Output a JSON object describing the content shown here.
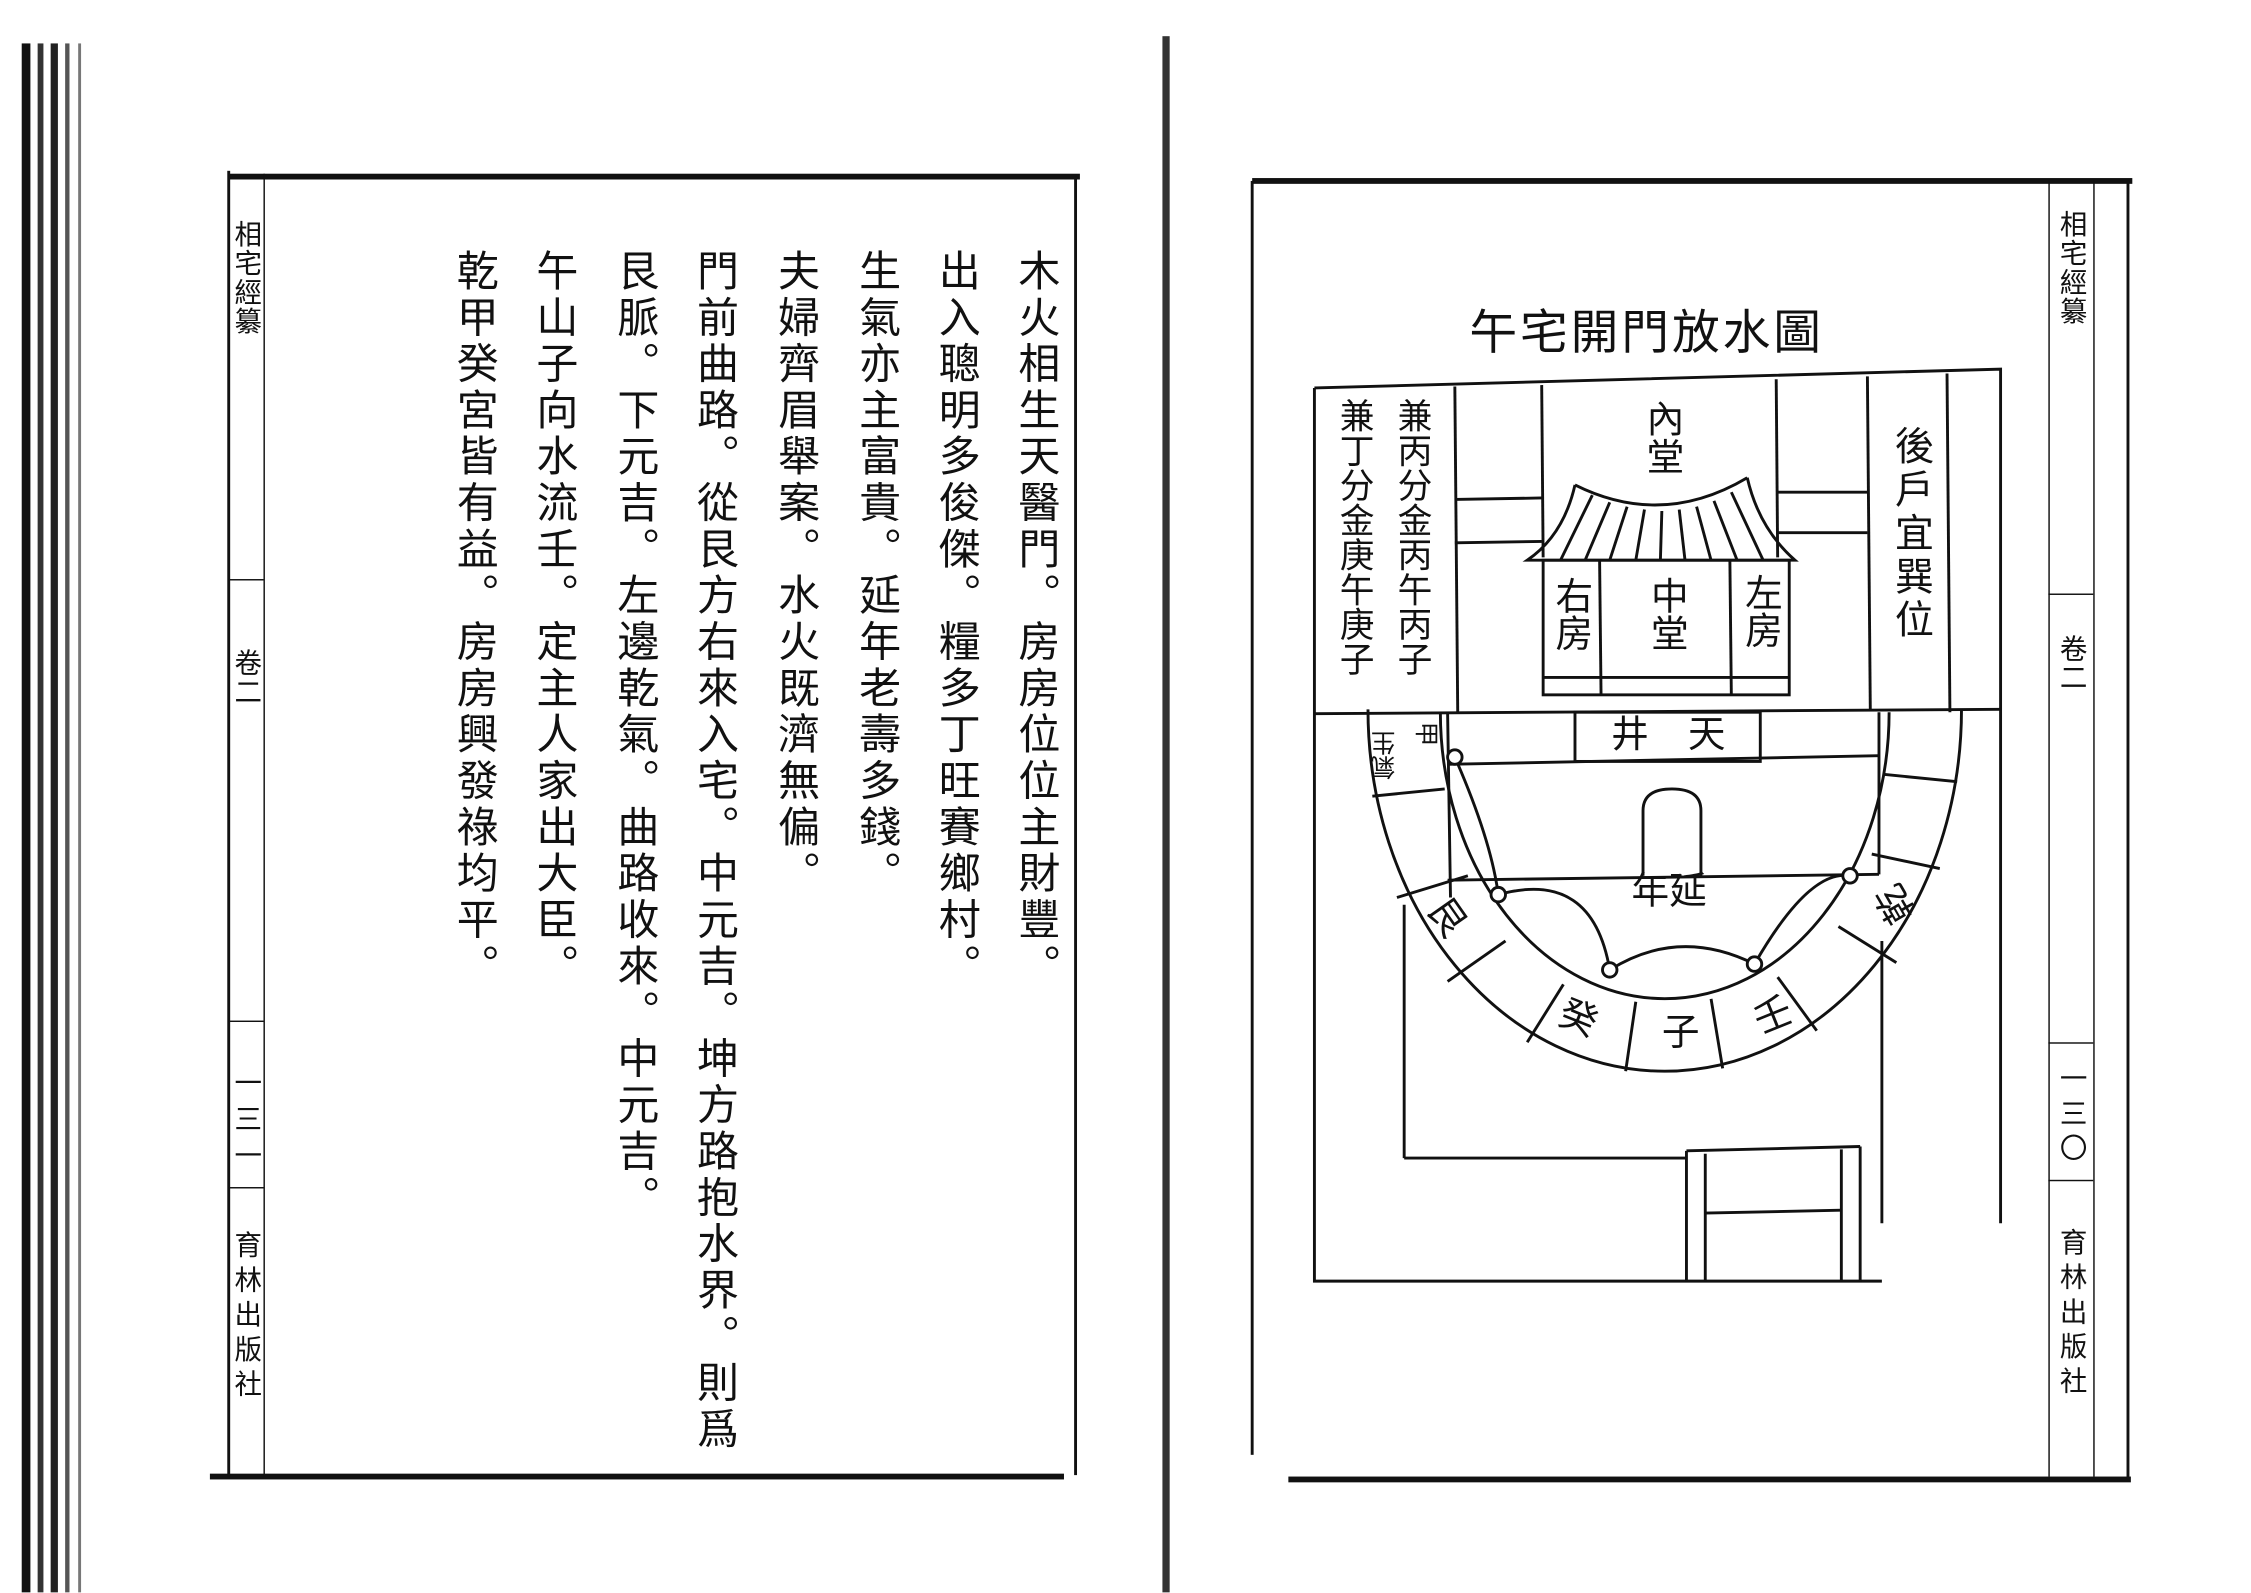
{
  "left_page": {
    "margin": {
      "book_title": "相宅經纂",
      "volume": "卷二",
      "page_number": "一三一",
      "publisher": "育林出版社"
    },
    "columns": [
      "木火相生天醫門。房房位位主財豐。",
      "出入聰明多俊傑。糧多丁旺賽鄉村。",
      "生氣亦主富貴。延年老壽多錢。",
      "夫婦齊眉舉案。水火既濟無偏。",
      "門前曲路。從艮方右來入宅。中元吉。坤方路抱水界。則爲",
      "艮脈。下元吉。左邊乾氣。曲路收來。中元吉。",
      "午山子向水流壬。定主人家出大臣。",
      "乾甲癸宮皆有益。房房興發祿均平。"
    ]
  },
  "right_page": {
    "margin": {
      "book_title": "相宅經纂",
      "volume": "卷二",
      "page_number": "一三〇",
      "publisher": "育林出版社"
    },
    "diagram": {
      "title": "午宅開門放水圖",
      "left_note_col1": "兼丁分金庚午庚子",
      "left_note_col2": "兼丙分金丙午丙子",
      "inner_hall": "內堂",
      "right_room": "右房",
      "middle_hall": "中堂",
      "left_room": "左房",
      "back_door": "後戶宜巽位",
      "courtyard_1": "井",
      "courtyard_2": "天",
      "jia": "甲",
      "sheng_qi": "氣生",
      "yan_nian": "年延",
      "gen": "艮",
      "gui": "癸",
      "zi": "子",
      "ren": "壬",
      "qian": "乾"
    }
  }
}
